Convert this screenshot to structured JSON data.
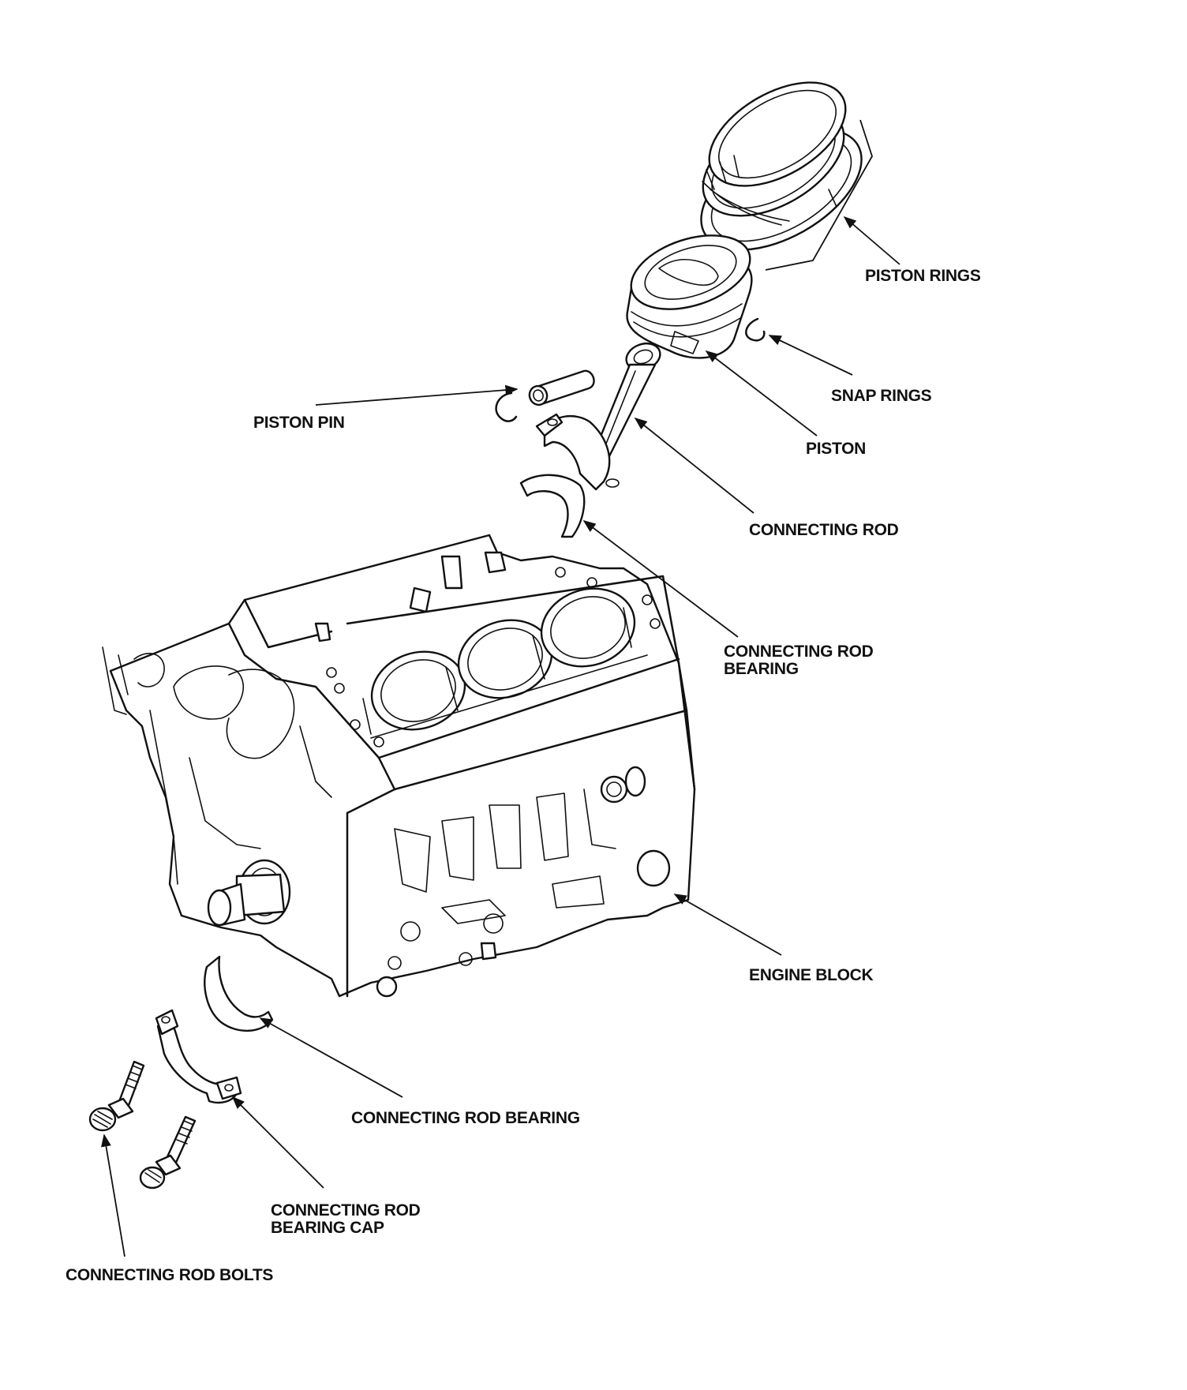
{
  "labels": {
    "piston_rings": "PISTON RINGS",
    "snap_rings": "SNAP RINGS",
    "piston": "PISTON",
    "piston_pin": "PISTON PIN",
    "connecting_rod": "CONNECTING ROD",
    "connecting_rod_bearing_upper": "CONNECTING ROD\nBEARING",
    "engine_block": "ENGINE BLOCK",
    "connecting_rod_bearing_lower": "CONNECTING ROD BEARING",
    "connecting_rod_bearing_cap": "CONNECTING ROD\nBEARING CAP",
    "connecting_rod_bolts": "CONNECTING ROD BOLTS"
  },
  "colors": {
    "line": "#111111",
    "background": "#ffffff"
  }
}
